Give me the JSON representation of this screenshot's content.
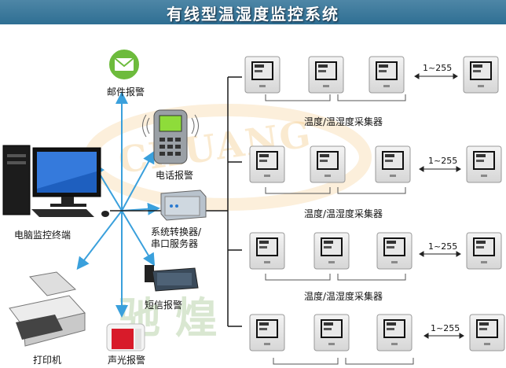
{
  "title": "有线型温湿度监控系统",
  "labels": {
    "email": "邮件报警",
    "phone": "电话报警",
    "converter": "系统转换器/\n串口服务器",
    "computer": "电脑监控终端",
    "sms": "短信报警",
    "printer": "打印机",
    "audio_light": "声光报警"
  },
  "rows": [
    {
      "group_label": "温度/温湿度采集器",
      "range_label": "1~255"
    },
    {
      "group_label": "温度/温湿度采集器",
      "range_label": "1~255"
    },
    {
      "group_label": "温度/温湿度采集器",
      "range_label": "1~255"
    },
    {
      "group_label": "",
      "range_label": "1~255"
    }
  ],
  "watermark": {
    "latin": "CHUANG",
    "cjk": "驰 煌"
  },
  "colors": {
    "banner": "#3a7ca0",
    "link_arrow": "#3aa0dc",
    "bus_line": "#1a1a1a"
  }
}
